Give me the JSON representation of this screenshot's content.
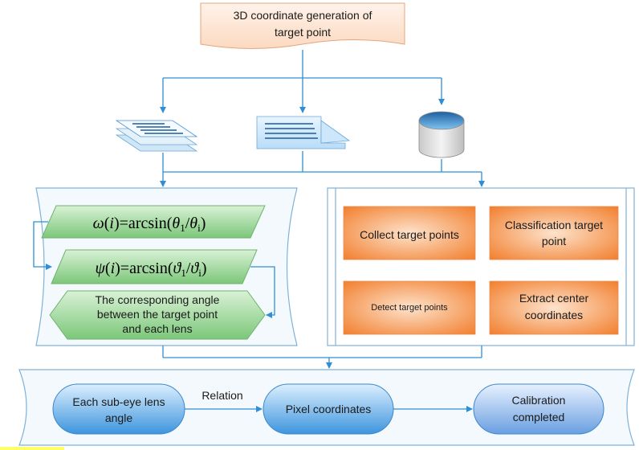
{
  "top_document": {
    "line1": "3D coordinate generation of",
    "line2": "target point"
  },
  "formulas": {
    "omega": {
      "func": "ω",
      "arg": "i",
      "rest": "=arcsin(",
      "num": "θ",
      "num_sub": "1",
      "slash": "/",
      "den": "θ",
      "den_sub": "i",
      "close": ")"
    },
    "psi": {
      "func": "ψ",
      "arg": "i",
      "rest": "=arcsin(",
      "num": "ϑ",
      "num_sub": "1",
      "slash": "/",
      "den": "ϑ",
      "den_sub": "i",
      "close": ")"
    }
  },
  "angle_box": {
    "line1": "The corresponding angle",
    "line2": "between the target point",
    "line3": "and each lens"
  },
  "steps": {
    "collect": "Collect target points",
    "classify_line1": "Classification target",
    "classify_line2": "point",
    "detect": "Detect target points",
    "extract_line1": "Extract center",
    "extract_line2": "coordinates"
  },
  "bottom": {
    "lens_line1": "Each sub-eye lens",
    "lens_line2": "angle",
    "relation": "Relation",
    "pixel": "Pixel coordinates",
    "calib_line1": "Calibration",
    "calib_line2": "completed"
  },
  "colors": {
    "flow_blue": "#2e8fd6",
    "green": "#8fd08f",
    "orange": "#f5924a",
    "oval_blue": "#4a9ee0",
    "top_doc": "#fde2cf"
  }
}
